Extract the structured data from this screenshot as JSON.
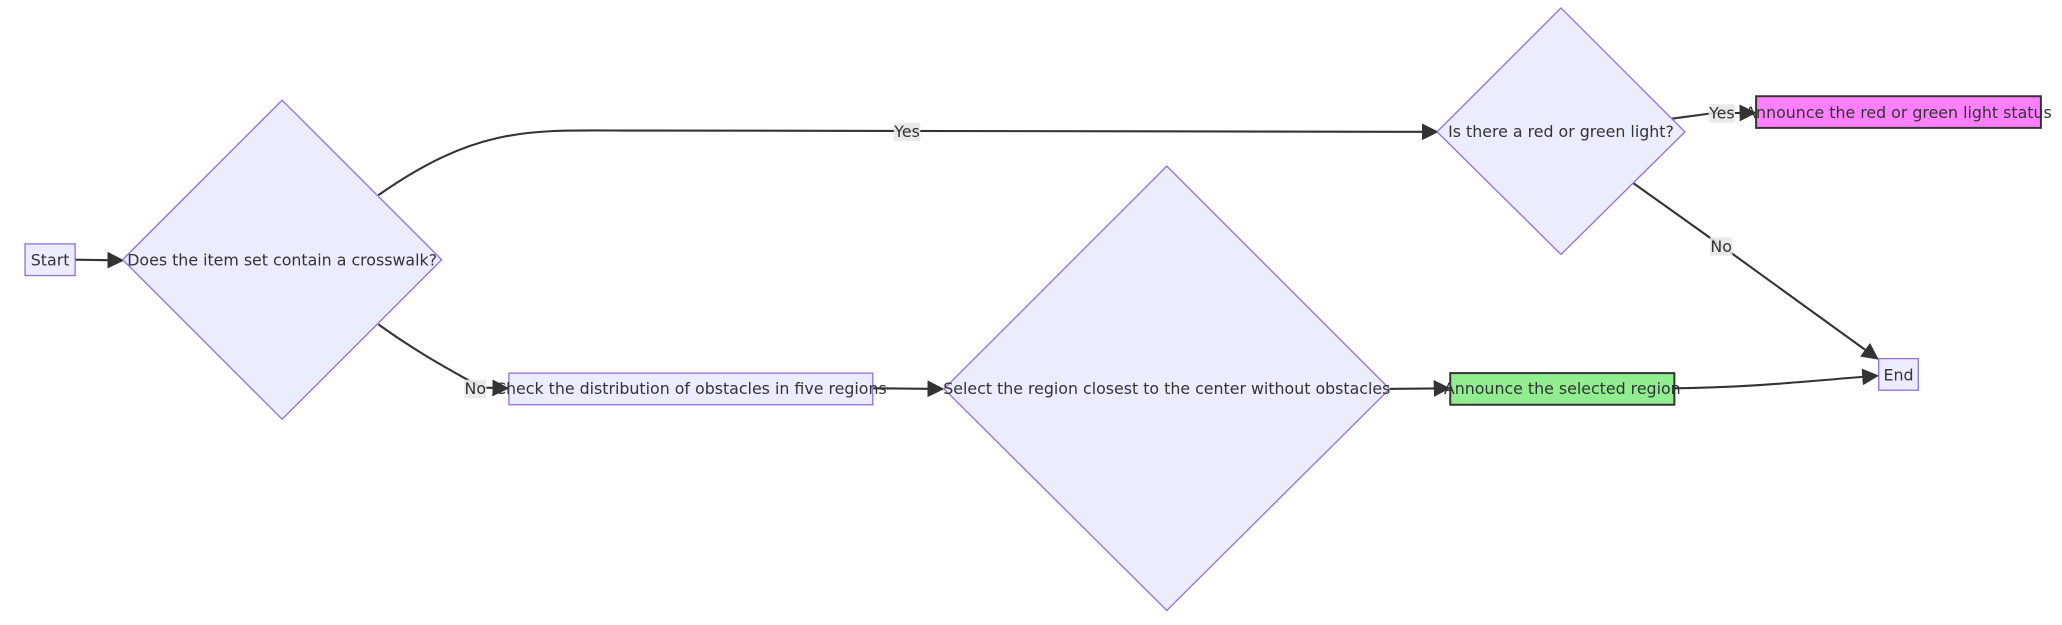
{
  "nodes": {
    "start": {
      "label": "Start"
    },
    "crosswalk_question": {
      "label": "Does the item set contain a crosswalk?"
    },
    "light_question": {
      "label": "Is there a red or green light?"
    },
    "announce_light": {
      "label": "Announce the red or green light status",
      "fill": "#ff80ff"
    },
    "check_obstacles": {
      "label": "Check the distribution of obstacles in five regions"
    },
    "select_region": {
      "label": "Select the region closest to the center without obstacles"
    },
    "announce_region": {
      "label": "Announce the selected region",
      "fill": "#90ee90"
    },
    "end": {
      "label": "End"
    }
  },
  "edges": {
    "crosswalk_yes": {
      "label": "Yes"
    },
    "crosswalk_no": {
      "label": "No"
    },
    "light_yes": {
      "label": "Yes"
    },
    "light_no": {
      "label": "No"
    }
  },
  "colors": {
    "node_fill": "#ececff",
    "node_stroke": "#9370db",
    "edge_stroke": "#333333",
    "announce_light_fill": "#ff80ff",
    "announce_region_fill": "#90ee90"
  }
}
